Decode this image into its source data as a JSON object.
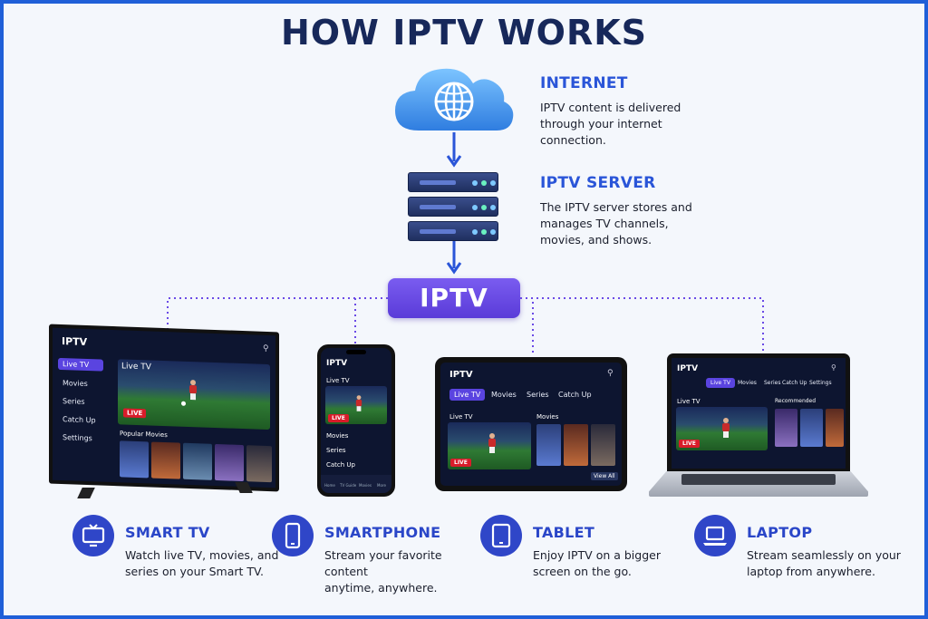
{
  "title": "HOW IPTV WORKS",
  "steps": {
    "internet": {
      "heading": "INTERNET",
      "desc_lines": [
        "IPTV content is delivered",
        "through your internet",
        "connection."
      ]
    },
    "server": {
      "heading": "IPTV SERVER",
      "desc_lines": [
        "The IPTV server stores and",
        "manages TV channels,",
        "movies, and shows."
      ]
    },
    "hub_label": "IPTV"
  },
  "tv_screen": {
    "app": "IPTV",
    "menu": [
      "Live TV",
      "Movies",
      "Series",
      "Catch Up",
      "Settings"
    ],
    "hero_label": "Live TV",
    "live": "LIVE",
    "section": "Popular Movies"
  },
  "phone_screen": {
    "app": "IPTV",
    "section": "Live TV",
    "live": "LIVE",
    "menu": [
      "Movies",
      "Series",
      "Catch Up"
    ],
    "nav": [
      "Home",
      "TV Guide",
      "Movies",
      "More"
    ]
  },
  "tablet_screen": {
    "app": "IPTV",
    "tabs": [
      "Live TV",
      "Movies",
      "Series",
      "Catch Up"
    ],
    "left_label": "Live TV",
    "right_label": "Movies",
    "live": "LIVE",
    "view_all": "View All"
  },
  "laptop_screen": {
    "app": "IPTV",
    "tabs": [
      "Live TV",
      "Movies",
      "Series",
      "Catch Up",
      "Settings"
    ],
    "left_label": "Live TV",
    "right_label": "Recommended",
    "live": "LIVE"
  },
  "devices": [
    {
      "name": "SMART TV",
      "desc_lines": [
        "Watch live TV, movies, and",
        "series on your Smart TV."
      ],
      "icon": "tv-icon"
    },
    {
      "name": "SMARTPHONE",
      "desc_lines": [
        "Stream your favorite content",
        "anytime, anywhere."
      ],
      "icon": "smartphone-icon"
    },
    {
      "name": "TABLET",
      "desc_lines": [
        "Enjoy IPTV on a bigger",
        "screen on the go."
      ],
      "icon": "tablet-icon"
    },
    {
      "name": "LAPTOP",
      "desc_lines": [
        "Stream seamlessly on your",
        "laptop from anywhere."
      ],
      "icon": "laptop-icon"
    }
  ],
  "colors": {
    "border": "#1f5fd8",
    "title": "#17285a",
    "accent_blue": "#2a55d8",
    "hub_purple": "#6a4ae6",
    "live_red": "#d91c2a"
  }
}
